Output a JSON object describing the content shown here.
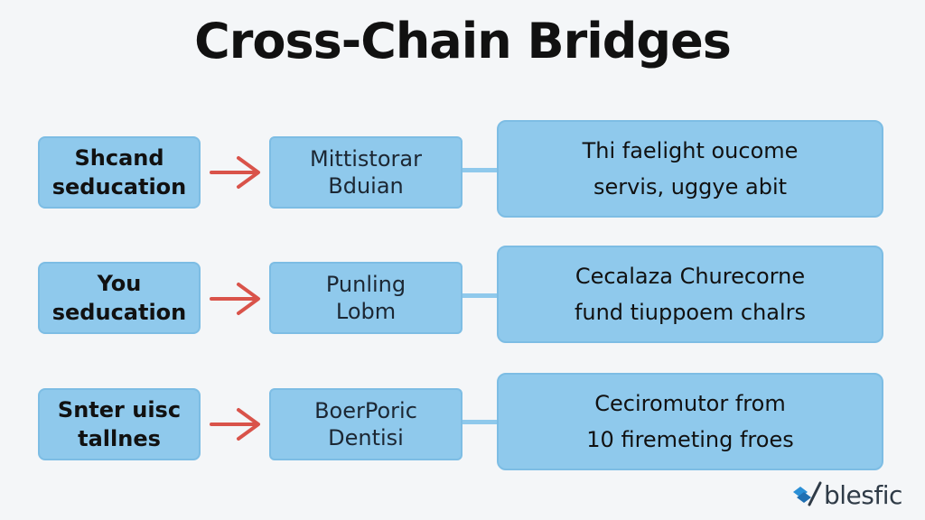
{
  "title": "Cross-Chain Bridges",
  "rows": [
    {
      "left": [
        "Shcand",
        "seducation"
      ],
      "middle": [
        "Mittistorar",
        "Bduian"
      ],
      "right": [
        "Thi faelight oucome",
        "servis, uggye abit"
      ]
    },
    {
      "left": [
        "You",
        "seducation"
      ],
      "middle": [
        "Punling",
        "Lobm"
      ],
      "right": [
        "Cecalaza Churecorne",
        "fund tiuppoem chalrs"
      ]
    },
    {
      "left": [
        "Snter uisc",
        "tallnes"
      ],
      "middle": [
        "BoerPoric",
        "Dentisi"
      ],
      "right": [
        "Ceciromutor from",
        "10 firemeting froes"
      ]
    }
  ],
  "logo": {
    "text": "blesfic",
    "icon": "logo-mark-icon"
  },
  "colors": {
    "box_fill": "#8fc9ec",
    "arrow": "#d9534a",
    "title": "#111111",
    "background": "#f4f6f8"
  }
}
